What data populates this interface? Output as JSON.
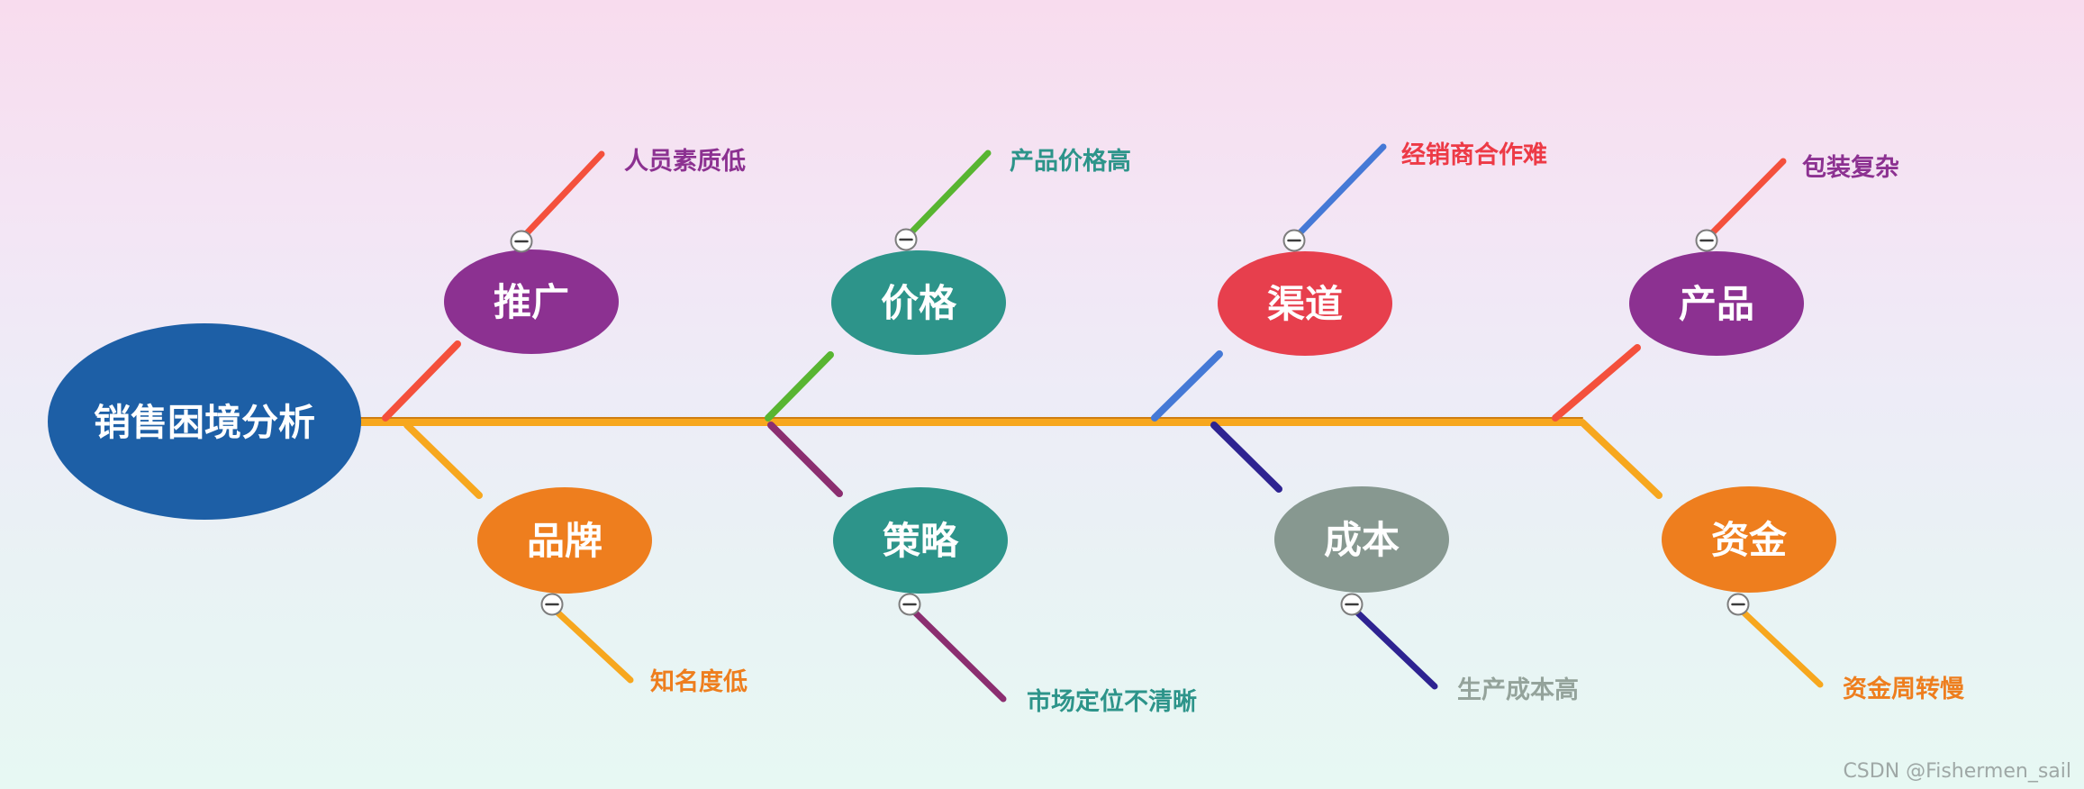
{
  "root": {
    "label": "销售困境分析",
    "node_color": "#1d5fa6",
    "text_color": "#ffffff"
  },
  "spine": {
    "color": "#f7a71e",
    "edge_color": "#cf7e10"
  },
  "icons": {
    "collapse": "minus-circle"
  },
  "background": {
    "top": "#f8dcee",
    "upper_mid": "#f3e6f5",
    "mid": "#edecf7",
    "lower_mid": "#e9f2f4",
    "bottom": "#e7f8f3"
  },
  "branches": [
    {
      "label": "推广",
      "side": "top",
      "node_color": "#8c3191",
      "line_color": "#f4503c",
      "cause": {
        "label": "人员素质低",
        "color": "#8c3191"
      }
    },
    {
      "label": "价格",
      "side": "top",
      "node_color": "#2d948a",
      "line_color": "#58b531",
      "cause": {
        "label": "产品价格高",
        "color": "#2d948a"
      }
    },
    {
      "label": "渠道",
      "side": "top",
      "node_color": "#e73f4d",
      "line_color": "#4579d6",
      "cause": {
        "label": "经销商合作难",
        "color": "#ed3a46"
      }
    },
    {
      "label": "产品",
      "side": "top",
      "node_color": "#8c3191",
      "line_color": "#f4503c",
      "cause": {
        "label": "包装复杂",
        "color": "#8c3191"
      }
    },
    {
      "label": "品牌",
      "side": "bottom",
      "node_color": "#ee7e1e",
      "line_color": "#f7a71e",
      "cause": {
        "label": "知名度低",
        "color": "#ee7e1e"
      }
    },
    {
      "label": "策略",
      "side": "bottom",
      "node_color": "#2d948a",
      "line_color": "#8b2e70",
      "cause": {
        "label": "市场定位不清晰",
        "color": "#2d948a"
      }
    },
    {
      "label": "成本",
      "side": "bottom",
      "node_color": "#879890",
      "line_color": "#2e2391",
      "cause": {
        "label": "生产成本高",
        "color": "#94a39b"
      }
    },
    {
      "label": "资金",
      "side": "bottom",
      "node_color": "#ee7e1e",
      "line_color": "#f7a71e",
      "cause": {
        "label": "资金周转慢",
        "color": "#ee7e1e"
      }
    }
  ],
  "watermark": {
    "text": "CSDN @Fishermen_sail",
    "color": "#9fa8a6"
  }
}
